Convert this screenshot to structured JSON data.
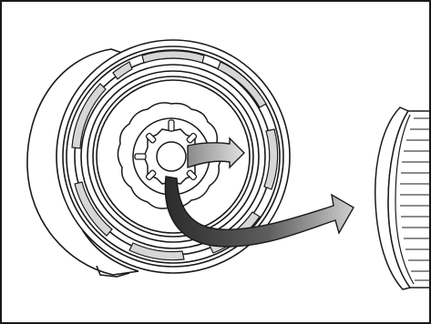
{
  "illustration": {
    "subject": "cap-unscrew-and-remove",
    "stroke_color": "#1a1a1a",
    "fill_color": "#ffffff",
    "frame_color": "#1a1a1a",
    "arrow_colors": {
      "dark": "#2b2b2b",
      "mid": "#7a7a7a",
      "light": "#d9d9d9"
    },
    "inner_gear_lugs": 8,
    "icons": [
      "body-end-view",
      "removal-arrow",
      "turn-arrow",
      "cap-side-view"
    ]
  }
}
